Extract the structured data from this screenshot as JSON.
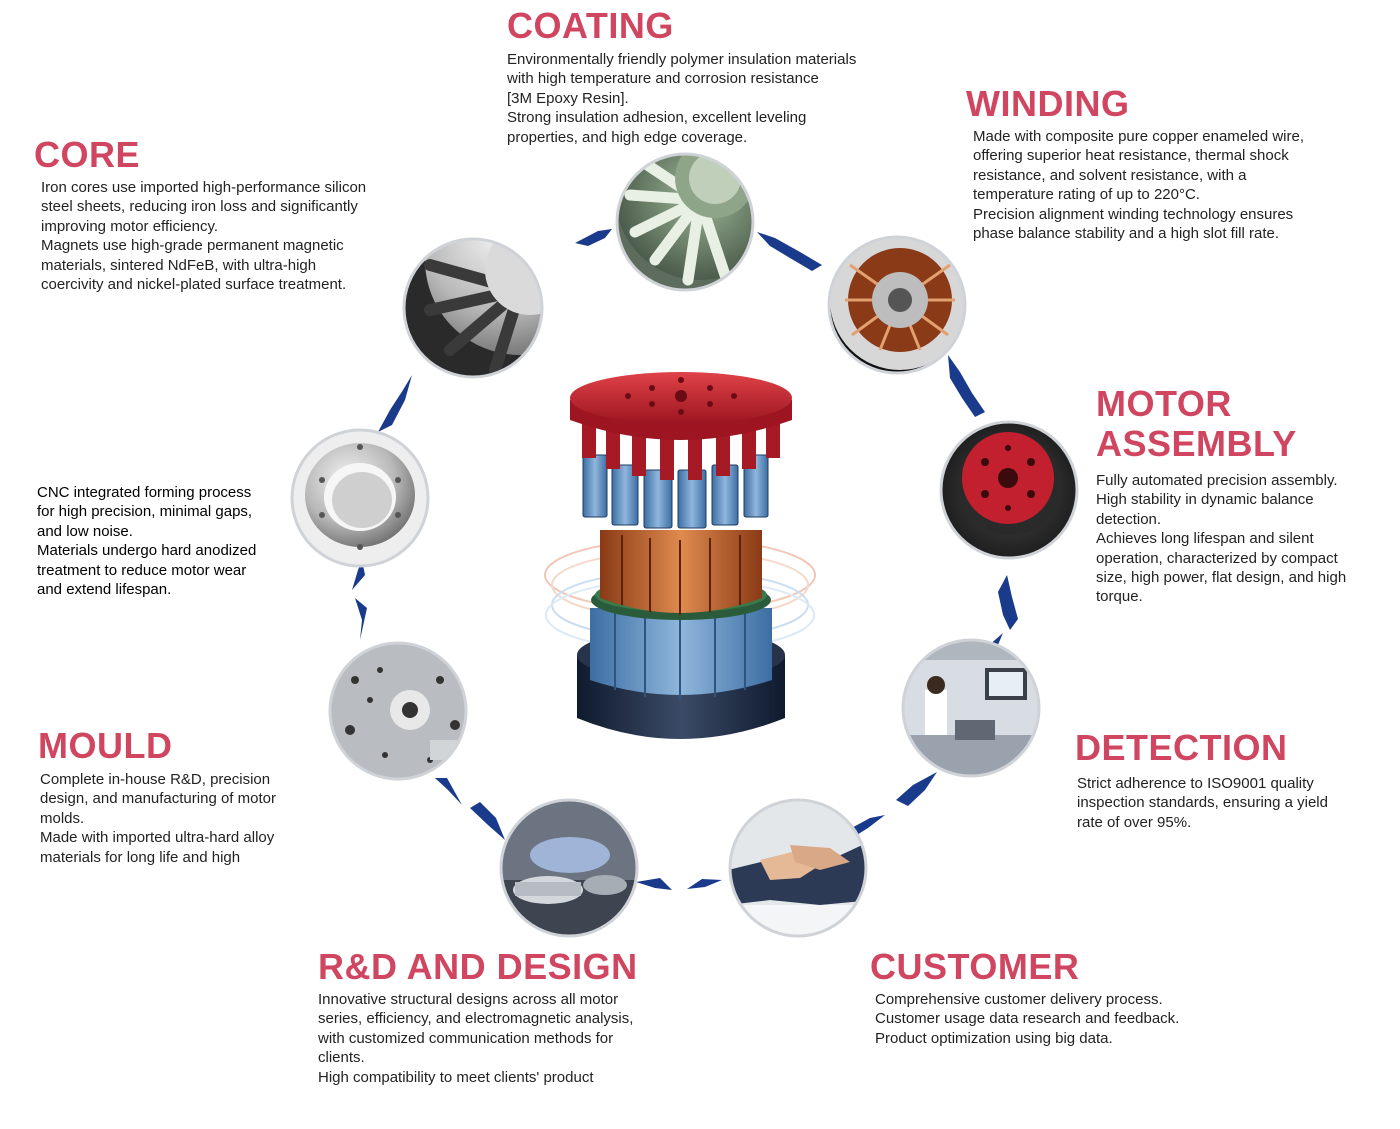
{
  "stages": {
    "coating": {
      "title": "COATING",
      "lines": [
        "Environmentally friendly polymer insulation materials",
        "with high temperature and corrosion resistance",
        "[3M Epoxy Resin].",
        "Strong insulation adhesion, excellent leveling",
        "properties, and high edge coverage."
      ]
    },
    "winding": {
      "title": "WINDING",
      "lines": [
        "Made with composite pure copper enameled wire,",
        "offering superior heat resistance, thermal shock",
        "resistance, and solvent resistance, with a",
        "temperature rating of up to 220°C.",
        "Precision alignment winding technology ensures",
        "phase balance stability and a high slot fill rate."
      ]
    },
    "core": {
      "title": "CORE",
      "lines": [
        "Iron cores use imported high-performance silicon",
        "steel sheets, reducing iron loss and significantly",
        "improving motor efficiency.",
        "Magnets use high-grade permanent magnetic",
        "materials, sintered NdFeB, with ultra-high",
        "coercivity and nickel-plated surface treatment."
      ]
    },
    "cnc": {
      "lines": [
        "CNC integrated forming process",
        "for high precision, minimal gaps,",
        "and low noise.",
        "Materials undergo hard anodized",
        "treatment to reduce motor wear",
        "and extend lifespan."
      ]
    },
    "motor_assembly": {
      "title_line1": "MOTOR",
      "title_line2": "ASSEMBLY",
      "lines": [
        "Fully automated precision assembly.",
        "High stability in dynamic balance",
        "detection.",
        "Achieves long lifespan and silent",
        "operation, characterized by compact",
        "size, high power, flat design, and high",
        "torque."
      ]
    },
    "mould": {
      "title": "MOULD",
      "lines": [
        "Complete in-house R&D, precision",
        "design, and manufacturing of motor",
        "molds.",
        "Made with imported ultra-hard alloy",
        "materials for long life and high"
      ]
    },
    "detection": {
      "title": "DETECTION",
      "lines": [
        "Strict adherence to ISO9001 quality",
        "inspection standards, ensuring a yield",
        "rate of over 95%."
      ]
    },
    "rnd": {
      "title": "R&D AND DESIGN",
      "lines": [
        "Innovative structural designs across all motor",
        "series, efficiency, and electromagnetic analysis,",
        "with customized communication methods for",
        "clients.",
        "High compatibility to meet clients' product"
      ]
    },
    "customer": {
      "title": "CUSTOMER",
      "lines": [
        "Comprehensive customer delivery process.",
        "Customer usage data research and feedback.",
        "Product optimization using big data."
      ]
    }
  },
  "colors": {
    "title": "#d0455f",
    "text": "#222222",
    "arrow": "#1a3a8c",
    "motor_red": "#c2202e",
    "motor_blue": "#5b8fc4",
    "copper": "#c8632d"
  }
}
